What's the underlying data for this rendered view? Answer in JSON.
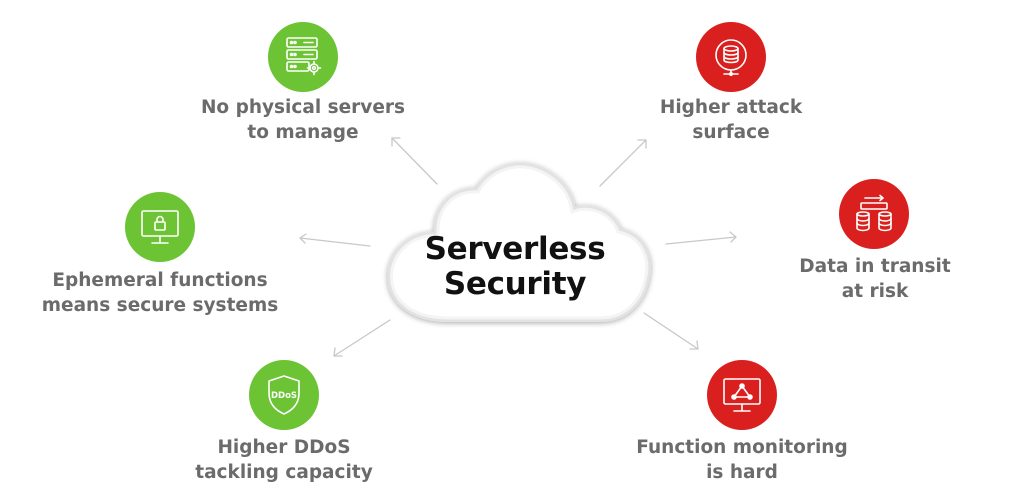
{
  "center": {
    "title_line1": "Serverless",
    "title_line2": "Security"
  },
  "colors": {
    "benefit": "#6cc334",
    "risk": "#d9201e",
    "arrow": "#c8c8c8",
    "label": "#6b6b6b"
  },
  "benefits": [
    {
      "icon": "server-settings-icon",
      "line1": "No physical servers",
      "line2": "to manage"
    },
    {
      "icon": "monitor-lock-icon",
      "line1": "Ephemeral functions",
      "line2": "means secure systems"
    },
    {
      "icon": "ddos-shield-icon",
      "badge_text": "DDoS",
      "line1": "Higher DDoS",
      "line2": "tackling capacity"
    }
  ],
  "risks": [
    {
      "icon": "database-target-icon",
      "line1": "Higher attack",
      "line2": "surface"
    },
    {
      "icon": "data-transfer-icon",
      "line1": "Data in transit",
      "line2": "at risk"
    },
    {
      "icon": "monitor-network-icon",
      "line1": "Function monitoring",
      "line2": "is hard"
    }
  ]
}
